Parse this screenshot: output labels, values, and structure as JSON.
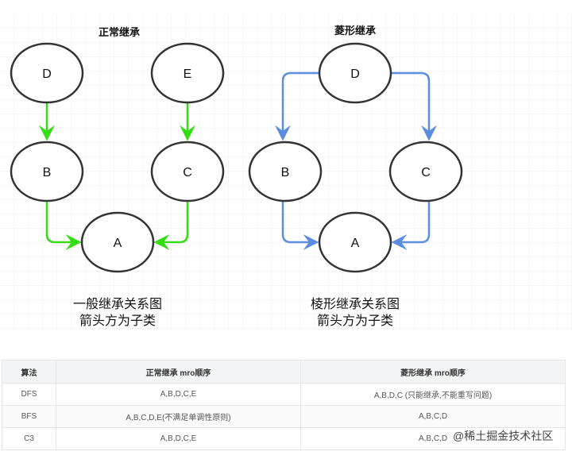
{
  "normal": {
    "title": "正常继承",
    "nodes": {
      "D": "D",
      "E": "E",
      "B": "B",
      "C": "C",
      "A": "A"
    },
    "caption1": "一般继承关系图",
    "caption2": "箭头方为子类",
    "edge_color": "#33dd11"
  },
  "diamond": {
    "title": "菱形继承",
    "nodes": {
      "D": "D",
      "B": "B",
      "C": "C",
      "A": "A"
    },
    "caption1": "棱形继承关系图",
    "caption2": "箭头方为子类",
    "edge_color": "#5b8ee0"
  },
  "table": {
    "headers": [
      "算法",
      "正常继承 mro顺序",
      "菱形继承 mro顺序"
    ],
    "rows": [
      [
        "DFS",
        "A,B,D,C,E",
        "A,B,D,C (只能继承,不能重写问题)"
      ],
      [
        "BFS",
        "A,B,C,D,E(不满足单调性原则)",
        "A,B,C,D"
      ],
      [
        "C3",
        "A,B,D,C,E",
        "A,B,C,D"
      ]
    ]
  },
  "watermark": "@稀土掘金技术社区"
}
